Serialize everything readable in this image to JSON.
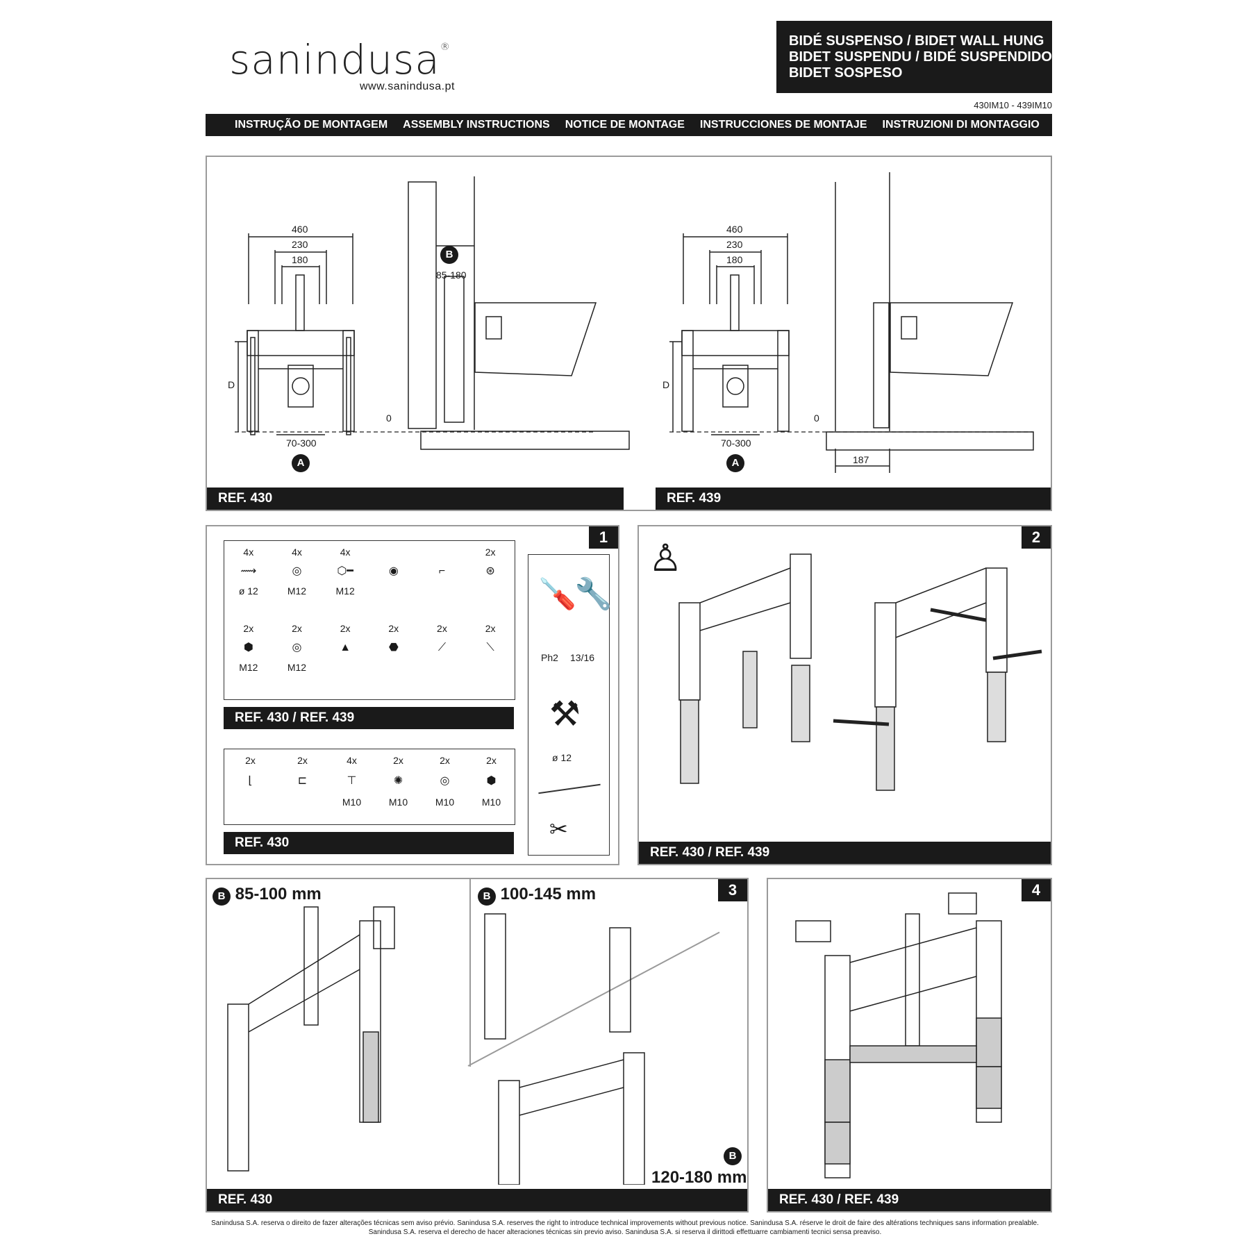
{
  "header": {
    "brand": "sanindusa",
    "registered": "®",
    "url": "www.sanindusa.pt",
    "title_lines": [
      "BIDÉ SUSPENSO  /  BIDET WALL HUNG",
      "BIDET SUSPENDU / BIDÉ SUSPENDIDO",
      "BIDET SOSPESO"
    ],
    "product_codes": "430IM10 - 439IM10"
  },
  "instructions_bar": [
    "INSTRUÇÃO DE MONTAGEM",
    "ASSEMBLY INSTRUCTIONS",
    "NOTICE DE MONTAGE",
    "INSTRUCCIONES DE MONTAJE",
    "INSTRUZIONI DI MONTAGGIO"
  ],
  "dimensions_panel": {
    "dims": {
      "w460": "460",
      "w230": "230",
      "w180": "180",
      "d": "D",
      "range": "70-300",
      "zero": "0",
      "wall": "85-180",
      "offset": "187"
    },
    "markers": {
      "a": "A",
      "b": "B"
    },
    "ref_left": "REF. 430",
    "ref_right": "REF. 439"
  },
  "step1": {
    "number": "1",
    "parts_top_row1": [
      {
        "qty": "4x",
        "label": "ø 12",
        "icon": "wall-plug-icon"
      },
      {
        "qty": "4x",
        "label": "M12",
        "icon": "washer-icon"
      },
      {
        "qty": "4x",
        "label": "M12",
        "icon": "screw-icon"
      },
      {
        "qty": "",
        "label": "",
        "icon": "seal-ring-icon"
      },
      {
        "qty": "",
        "label": "",
        "icon": "elbow-pipe-icon"
      },
      {
        "qty": "2x",
        "label": "",
        "icon": "bracket-disc-icon"
      }
    ],
    "parts_top_row2": [
      {
        "qty": "2x",
        "label": "M12",
        "icon": "nut-icon"
      },
      {
        "qty": "2x",
        "label": "M12",
        "icon": "washer-icon"
      },
      {
        "qty": "2x",
        "label": "",
        "icon": "cone-cap-icon"
      },
      {
        "qty": "2x",
        "label": "",
        "icon": "cap-nut-icon"
      },
      {
        "qty": "2x",
        "label": "",
        "icon": "threaded-rod-icon"
      },
      {
        "qty": "2x",
        "label": "",
        "icon": "sleeve-icon"
      }
    ],
    "ref_parts_top": "REF. 430 / REF. 439",
    "parts_bottom": [
      {
        "qty": "2x",
        "label": "",
        "icon": "angle-bracket-icon"
      },
      {
        "qty": "2x",
        "label": "",
        "icon": "slotted-bracket-icon"
      },
      {
        "qty": "4x",
        "label": "M10",
        "icon": "bolt-icon"
      },
      {
        "qty": "2x",
        "label": "M10",
        "icon": "lock-washer-icon"
      },
      {
        "qty": "2x",
        "label": "M10",
        "icon": "washer-icon"
      },
      {
        "qty": "2x",
        "label": "M10",
        "icon": "nut-icon"
      }
    ],
    "ref_parts_bottom": "REF. 430",
    "tools": {
      "screwdriver": "Ph2",
      "wrench": "13/16",
      "drill": "ø 12"
    }
  },
  "step2": {
    "number": "2",
    "ref": "REF. 430 / REF. 439"
  },
  "step3": {
    "number": "3",
    "range_a": "85-100 mm",
    "range_b": "100-145 mm",
    "range_c": "120-180 mm",
    "marker": "B",
    "ref": "REF. 430"
  },
  "step4": {
    "number": "4",
    "ref": "REF. 430 / REF. 439"
  },
  "footer": {
    "line1": "Sanindusa S.A. reserva o direito de fazer alterações técnicas sem aviso prévio.     Sanindusa S.A. reserves the right to introduce technical improvements without previous notice.     Sanindusa S.A. réserve le droit de faire des altérations techniques sans information prealable.",
    "line2": "Sanindusa S.A. reserva el derecho de hacer alteraciones técnicas sin previo aviso.     Sanindusa S.A. si reserva il dirittodi effettuarre cambiamenti tecnici sensa preaviso."
  }
}
